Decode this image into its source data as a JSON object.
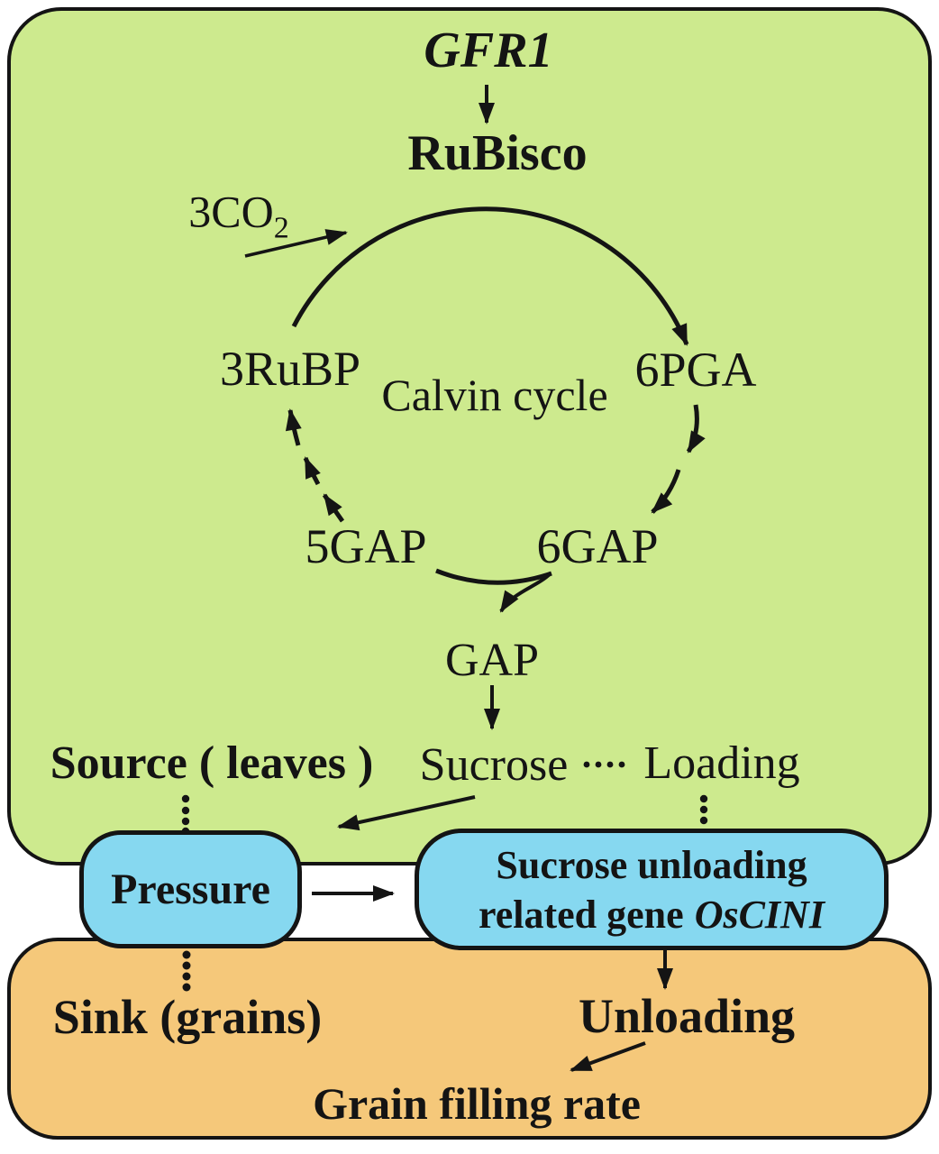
{
  "colors": {
    "source_panel_green": "#cdea8e",
    "sink_panel_orange": "#f5c87a",
    "pill_blue": "#86d8f0",
    "ink_black": "#141414",
    "background_white": "#ffffff"
  },
  "green_panel": {
    "gfr1": "GFR1",
    "rubisco": "RuBisco",
    "co2_base": "3CO",
    "co2_subscript": "2",
    "rubp": "3RuBP",
    "pga": "6PGA",
    "calvin_cycle": "Calvin cycle",
    "gap5": "5GAP",
    "gap6": "6GAP",
    "gap": "GAP",
    "source": "Source ( leaves )",
    "sucrose": "Sucrose",
    "loading": "Loading"
  },
  "pills": {
    "pressure": "Pressure",
    "sucrose_unloading_line1": "Sucrose unloading",
    "sucrose_unloading_line2_prefix": "related gene",
    "gene_name": "OsCINI"
  },
  "orange_panel": {
    "sink": "Sink (grains)",
    "unloading": "Unloading",
    "grain_filling_rate": "Grain filling rate"
  }
}
